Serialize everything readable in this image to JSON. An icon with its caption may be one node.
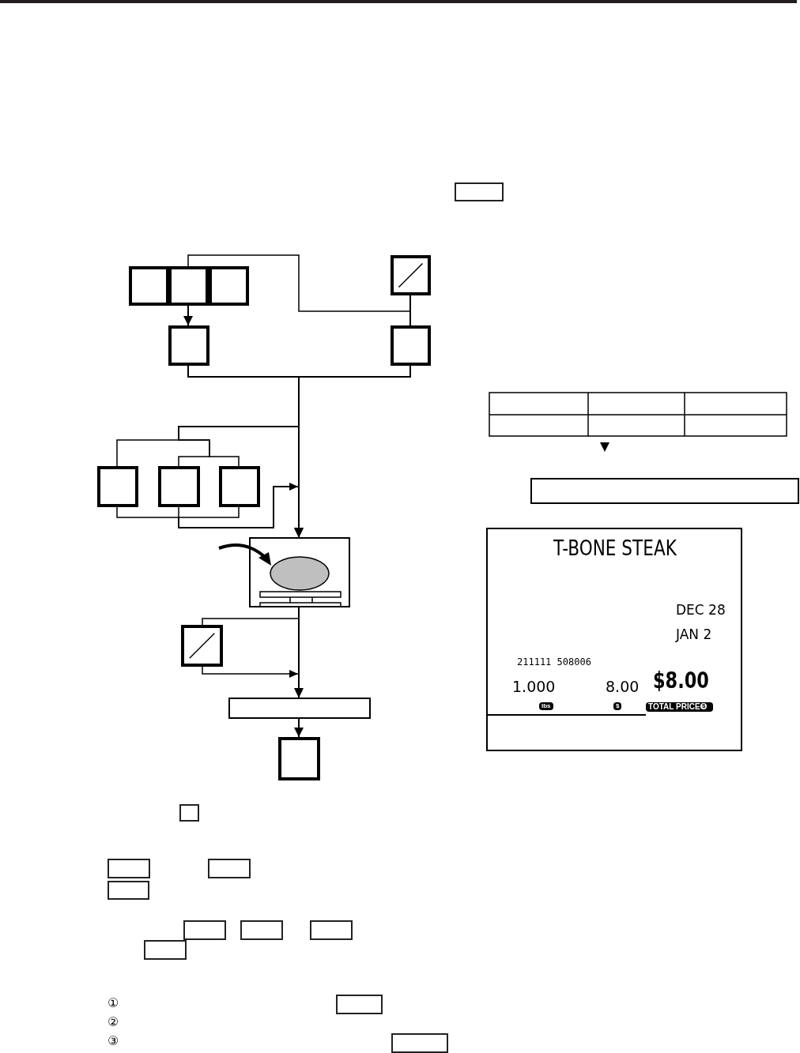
{
  "diagram": {
    "nodes": [
      {
        "text": [],
        "shape": "box"
      },
      {
        "text": [],
        "shape": "box"
      },
      {
        "text": [],
        "shape": "box"
      },
      {
        "text": [],
        "shape": "box"
      },
      {
        "text": [],
        "shape": "box"
      },
      {
        "text": [],
        "shape": "box"
      },
      {
        "text": [],
        "shape": "box"
      },
      {
        "text": [],
        "shape": "box"
      },
      {
        "text": [],
        "shape": "box"
      },
      {
        "text": [],
        "shape": "picture"
      },
      {
        "text": [],
        "shape": "box"
      },
      {
        "text": [],
        "shape": "bar"
      },
      {
        "text": [],
        "shape": "box"
      }
    ],
    "edges": [
      {
        "from": 1,
        "to": 4,
        "arrow": "to"
      },
      {
        "from": 1,
        "to": 5,
        "arrow": "none"
      },
      {
        "from": 3,
        "to": 5,
        "arrow": "none"
      },
      {
        "from": 4,
        "to": 9,
        "arrow": "to"
      },
      {
        "from": 5,
        "to": 9,
        "arrow": "to"
      },
      {
        "from": 4,
        "to": 6,
        "arrow": "none"
      },
      {
        "from": 4,
        "to": 7,
        "arrow": "none"
      },
      {
        "from": 4,
        "to": 8,
        "arrow": "none"
      },
      {
        "from": 6,
        "to": 9,
        "arrow": "to"
      },
      {
        "from": 7,
        "to": 9,
        "arrow": "to"
      },
      {
        "from": 8,
        "to": 9,
        "arrow": "to"
      },
      {
        "from": 9,
        "to": 10,
        "arrow": "none"
      },
      {
        "from": 10,
        "to": 11,
        "arrow": "to"
      },
      {
        "from": 9,
        "to": 11,
        "arrow": "to"
      },
      {
        "from": 11,
        "to": 12,
        "arrow": "to"
      }
    ],
    "labels": [
      "T-BONE STEAK",
      "DEC 28",
      "JAN 2",
      "211111 508006",
      "1.000",
      "8.00",
      "$8.00",
      "lbs",
      "$",
      "TOTAL PRICE",
      "$",
      "①",
      "②",
      "③"
    ]
  }
}
